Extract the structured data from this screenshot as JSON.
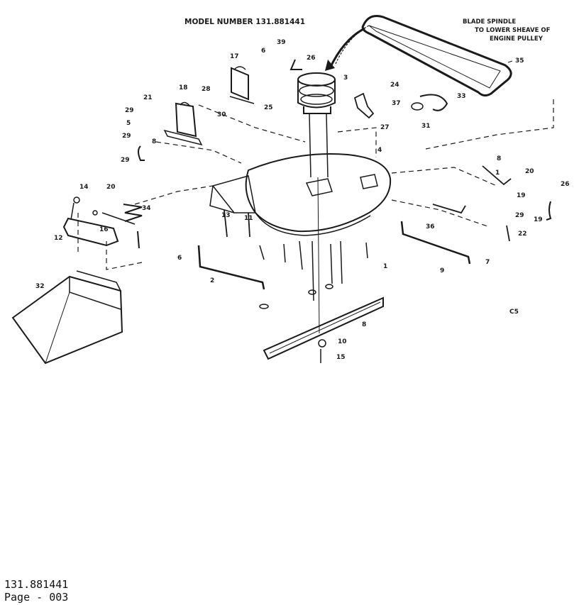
{
  "diagram": {
    "model_heading": "MODEL NUMBER 131.881441",
    "belt_note": [
      "BLADE SPINDLE",
      "TO LOWER SHEAVE OF",
      "ENGINE PULLEY"
    ],
    "corner_code": "C5",
    "colors": {
      "ink": "#1a1a1a",
      "paper": "#ffffff"
    },
    "part_labels": [
      {
        "id": "p35",
        "text": "35"
      },
      {
        "id": "p39",
        "text": "39"
      },
      {
        "id": "p3",
        "text": "3"
      },
      {
        "id": "p26a",
        "text": "26"
      },
      {
        "id": "p6a",
        "text": "6"
      },
      {
        "id": "p17",
        "text": "17"
      },
      {
        "id": "p18",
        "text": "18"
      },
      {
        "id": "p28",
        "text": "28"
      },
      {
        "id": "p21a",
        "text": "21"
      },
      {
        "id": "p29a",
        "text": "29"
      },
      {
        "id": "p5",
        "text": "5"
      },
      {
        "id": "p29b",
        "text": "29"
      },
      {
        "id": "p8a",
        "text": "8"
      },
      {
        "id": "p29c",
        "text": "29"
      },
      {
        "id": "p30",
        "text": "30"
      },
      {
        "id": "p25",
        "text": "25"
      },
      {
        "id": "p4",
        "text": "4"
      },
      {
        "id": "p27",
        "text": "27"
      },
      {
        "id": "p24",
        "text": "24"
      },
      {
        "id": "p37",
        "text": "37"
      },
      {
        "id": "p33",
        "text": "33"
      },
      {
        "id": "p31",
        "text": "31"
      },
      {
        "id": "p8b",
        "text": "8"
      },
      {
        "id": "p1a",
        "text": "1"
      },
      {
        "id": "p20a",
        "text": "20"
      },
      {
        "id": "p26b",
        "text": "26"
      },
      {
        "id": "p19a",
        "text": "19"
      },
      {
        "id": "p29d",
        "text": "29"
      },
      {
        "id": "p19b",
        "text": "19"
      },
      {
        "id": "p14",
        "text": "14"
      },
      {
        "id": "p20b",
        "text": "20"
      },
      {
        "id": "p34",
        "text": "34"
      },
      {
        "id": "p12",
        "text": "12"
      },
      {
        "id": "p16",
        "text": "16"
      },
      {
        "id": "p13",
        "text": "13"
      },
      {
        "id": "p11",
        "text": "11"
      },
      {
        "id": "p2",
        "text": "2"
      },
      {
        "id": "p1b",
        "text": "1"
      },
      {
        "id": "p9",
        "text": "9"
      },
      {
        "id": "p32",
        "text": "32"
      },
      {
        "id": "p6b",
        "text": "6"
      },
      {
        "id": "p8c",
        "text": "8"
      },
      {
        "id": "p10",
        "text": "10"
      },
      {
        "id": "p15",
        "text": "15"
      },
      {
        "id": "p36",
        "text": "36"
      },
      {
        "id": "p22",
        "text": "22"
      },
      {
        "id": "p7",
        "text": "7"
      }
    ]
  },
  "footer": {
    "model": "131.881441",
    "page": "Page - 003"
  }
}
